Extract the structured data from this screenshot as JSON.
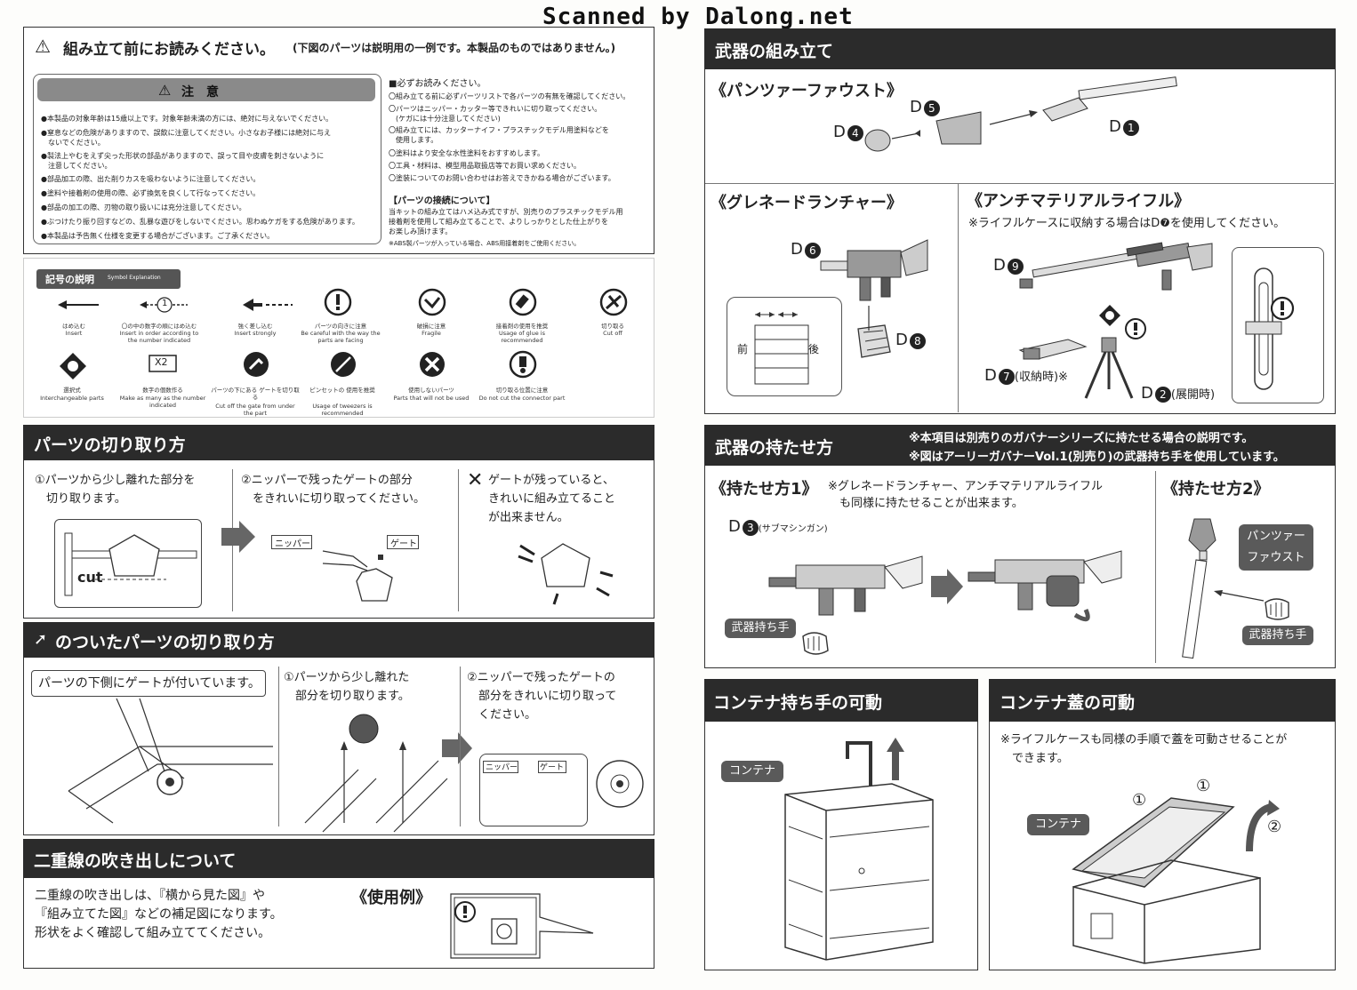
{
  "watermark": "Scanned by Dalong.net",
  "left": {
    "read_first": {
      "title": "組み立て前にお読みください。",
      "title_note": "(下図のパーツは説明用の一例です。本製品のものではありません。)",
      "caution_title": "注　意",
      "caution_items": [
        "●本製品の対象年齢は15歳以上です。対象年齢未満の方には、絶対に与えないでください。",
        "●窒息などの危険がありますので、誤飲に注意してください。小さなお子様には絶対に与え\n　ないでください。",
        "●製法上やむをえず尖った形状の部品がありますので、誤って目や皮膚を刺さないように\n　注意してください。",
        "●部品加工の際、出た削りカスを吸わないように注意してください。",
        "●塗料や接着剤の使用の際、必ず換気を良くして行なってください。",
        "●部品の加工の際、刃物の取り扱いには充分注意してください。",
        "●ぶつけたり振り回すなどの、乱暴な遊びをしないでください。思わぬケガをする危険があります。",
        "●本製品は予告無く仕様を変更する場合がございます。ご了承ください。"
      ],
      "must_read_title": "■必ずお読みください。",
      "must_read_items": [
        "〇組み立てる前に必ずパーツリストで各パーツの有無を確認してください。",
        "〇パーツはニッパー・カッター等できれいに切り取ってください。\n　(ケガには十分注意してください)",
        "〇組み立てには、カッターナイフ・プラスチックモデル用塗料などを\n　使用します。",
        "〇塗料はより安全な水性塗料をおすすめします。",
        "〇工具・材料は、模型用品取扱店等でお買い求めください。",
        "〇塗装についてのお問い合わせはお答えできかねる場合がございます。"
      ],
      "connection_title": "【パーツの接続について】",
      "connection_text": "当キットの組み立てはハメ込み式ですが、別売りのプラスチックモデル用\n接着剤を使用して組み立てることで、よりしっかりとした仕上がりを\nお楽しみ頂けます。",
      "abs_note": "※ABS製パーツが入っている場合、ABS用接着剤をご使用ください。"
    },
    "symbols": {
      "title": "記号の説明",
      "subtitle": "Symbol Explanation",
      "items": [
        {
          "jp": "はめ込む",
          "en": "Insert"
        },
        {
          "jp": "〇の中の数字の順にはめ込む",
          "en": "Insert in order according\nto the number indicated"
        },
        {
          "jp": "強く差し込む",
          "en": "Insert strongly"
        },
        {
          "jp": "パーツの向きに注意",
          "en": "Be careful with the way\nthe parts are facing"
        },
        {
          "jp": "破損に注意",
          "en": "Fragile"
        },
        {
          "jp": "接着剤の使用を推奨",
          "en": "Usage of glue is\nrecommended"
        },
        {
          "jp": "切り取る",
          "en": "Cut off"
        },
        {
          "jp": "選択式",
          "en": "Interchangeable parts"
        },
        {
          "jp": "数字の個数作る",
          "en": "Make as many as\nthe number indicated"
        },
        {
          "jp": "パーツの下にある\nゲートを切り取る",
          "en": "Cut off the gate\nfrom under the part"
        },
        {
          "jp": "ピンセットの\n使用を推奨",
          "en": "Usage of tweezers is\nrecommended"
        },
        {
          "jp": "使用しないパーツ",
          "en": "Parts that will\nnot be used"
        },
        {
          "jp": "切り取る位置に注意",
          "en": "Do not cut the\nconnector part"
        }
      ],
      "x2": "X2",
      "circle1": "1"
    },
    "cutting": {
      "title": "パーツの切り取り方",
      "step1": "①パーツから少し離れた部分を\n　切り取ります。",
      "step2": "②ニッパーで残ったゲートの部分\n　をきれいに切り取ってください。",
      "warn": "ゲートが残っていると、\nきれいに組み立てること\nが出来ません。",
      "cut_label": "cut",
      "nipper": "ニッパー",
      "gate": "ゲート"
    },
    "gate_cutting": {
      "title": "のついたパーツの切り取り方",
      "note": "パーツの下側にゲートが付いています。",
      "step1": "①パーツから少し離れた\n　部分を切り取ります。",
      "step2": "②ニッパーで残ったゲートの\n　部分をきれいに切り取って\n　ください。",
      "nipper": "ニッパー",
      "gate": "ゲート"
    },
    "double_line": {
      "title": "二重線の吹き出しについて",
      "text": "二重線の吹き出しは、『横から見た図』や\n『組み立てた図』などの補足図になります。\n形状をよく確認して組み立ててください。",
      "example": "《使用例》"
    }
  },
  "right": {
    "weapons": {
      "title": "武器の組み立て",
      "panzer": {
        "title": "《パンツァーファウスト》",
        "labels": [
          {
            "id": "D",
            "num": "5"
          },
          {
            "id": "D",
            "num": "4"
          },
          {
            "id": "D",
            "num": "1"
          }
        ]
      },
      "grenade": {
        "title": "《グレネードランチャー》",
        "labels": [
          {
            "id": "D",
            "num": "6"
          },
          {
            "id": "D",
            "num": "8"
          }
        ],
        "front": "前",
        "back": "後"
      },
      "antimateriel": {
        "title": "《アンチマテリアルライフル》",
        "note": "※ライフルケースに収納する場合はD❼を使用してください。",
        "d9": {
          "id": "D",
          "num": "9"
        },
        "d7": {
          "id": "D",
          "num": "7",
          "suffix": "(収納時)※"
        },
        "d2": {
          "id": "D",
          "num": "2",
          "suffix": "(展開時)"
        }
      }
    },
    "holding": {
      "title": "武器の持たせ方",
      "note1": "※本項目は別売りのガバナーシリーズに持たせる場合の説明です。",
      "note2": "※図はアーリーガバナーVol.1(別売り)の武器持ち手を使用しています。",
      "way1_title": "《持たせ方1》",
      "way1_note": "※グレネードランチャー、アンチマテリアルライフル\n　も同様に持たせることが出来ます。",
      "d3": {
        "id": "D",
        "num": "3",
        "suffix": "(サブマシンガン)"
      },
      "weapon_hand": "武器持ち手",
      "way2_title": "《持たせ方2》",
      "panzer_pill": "パンツァー\nファウスト",
      "weapon_hand2": "武器持ち手"
    },
    "container_hand": {
      "title": "コンテナ持ち手の可動",
      "label": "コンテナ"
    },
    "container_lid": {
      "title": "コンテナ蓋の可動",
      "note": "※ライフルケースも同様の手順で蓋を可動させることが\n　できます。",
      "label": "コンテナ",
      "n1a": "①",
      "n1b": "①",
      "n2": "②"
    }
  }
}
